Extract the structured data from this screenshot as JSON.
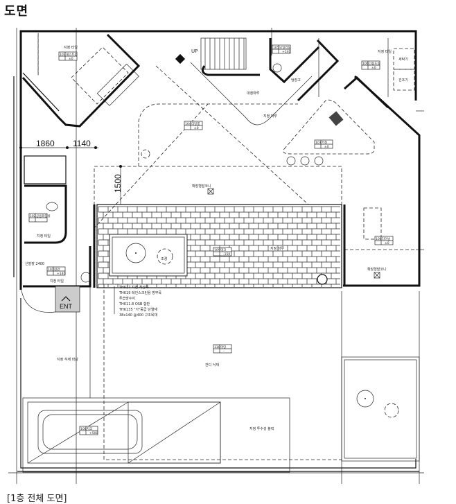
{
  "page": {
    "title": "도면",
    "caption": "[1층 전체 도면]"
  },
  "dimensions": [
    "1860",
    "1140",
    "1500"
  ],
  "rooms": [
    {
      "no": "103",
      "name": "게스트룸",
      "level": "±0"
    },
    {
      "no": "104",
      "name": "리빙룸",
      "level": "±0"
    },
    {
      "no": "105",
      "name": "보일러실",
      "level": "+140"
    },
    {
      "no": "106",
      "name": "다용도실",
      "level": "±0"
    },
    {
      "no": "107",
      "name": "키친",
      "level": "±0"
    },
    {
      "no": "102",
      "name": "공용화장실",
      "level": ""
    },
    {
      "no": "101",
      "name": "현관",
      "level": "+140"
    },
    {
      "no": "109",
      "name": "데크",
      "level": "-150"
    },
    {
      "no": "108",
      "name": "다이닝",
      "level": "±0"
    },
    {
      "no": "110",
      "name": "마당",
      "level": "-"
    },
    {
      "no": "108",
      "name": "차고",
      "level": "+500"
    }
  ],
  "labels": {
    "balcony": "확장형발코니",
    "daecheong": "대청마루",
    "fridge": "냉장고",
    "washer": "세탁기",
    "dryer": "건조기",
    "tile": "지정 타일",
    "floor": "지정 마루",
    "floor2": "지정 마루",
    "tile2": "지정 타일",
    "tile3": "지정 타일",
    "tile4": "지정 타일",
    "deck_mat": "지정 석재 마감",
    "lawn": "잔디 식재",
    "permeable": "지정 투수성 블럭",
    "tree": "조경",
    "shoebox": "신발장 2400",
    "up": "UP",
    "ent": "ENT"
  },
  "wall_notes": [
    "THK17 지정 착상목",
    "THK19 레인스크린용 방부목",
    "투습방수지",
    "THK11.8 OSB 합판",
    "THK135 \"가\"등급 단열재",
    "38x140 @400 구조목재"
  ]
}
